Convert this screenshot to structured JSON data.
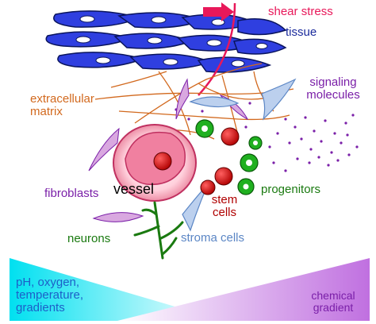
{
  "labels": {
    "shear_stress": "shear stress",
    "tissue": "tissue",
    "signaling_molecules": "signaling molecules",
    "extracellular_matrix": "extracellular matrix",
    "fibroblasts": "fibroblasts",
    "vessel": "vessel",
    "stem_cells": "stem cells",
    "progenitors": "progenitors",
    "neurons": "neurons",
    "stroma_cells": "stroma cells",
    "ph_gradients": "pH, oxygen, temperature, gradients",
    "chemical_gradient": "chemical gradient"
  },
  "colors": {
    "shear_stress": "#e8185a",
    "tissue": "#1a2a9c",
    "signaling_molecules": "#7a1fa8",
    "extracellular_matrix": "#d2691e",
    "fibroblasts": "#7a1fa8",
    "vessel": "#000000",
    "stem_cells": "#b00000",
    "progenitors": "#1a7a10",
    "neurons": "#1a7a10",
    "stroma_cells": "#5b86c5",
    "ph_gradients": "#1d5fc8",
    "chemical_gradient": "#7a1fa8",
    "tissue_cell_fill": "#2f3fe0",
    "cyan_gradient": "#00e0f0",
    "purple_gradient": "#c070e0"
  }
}
